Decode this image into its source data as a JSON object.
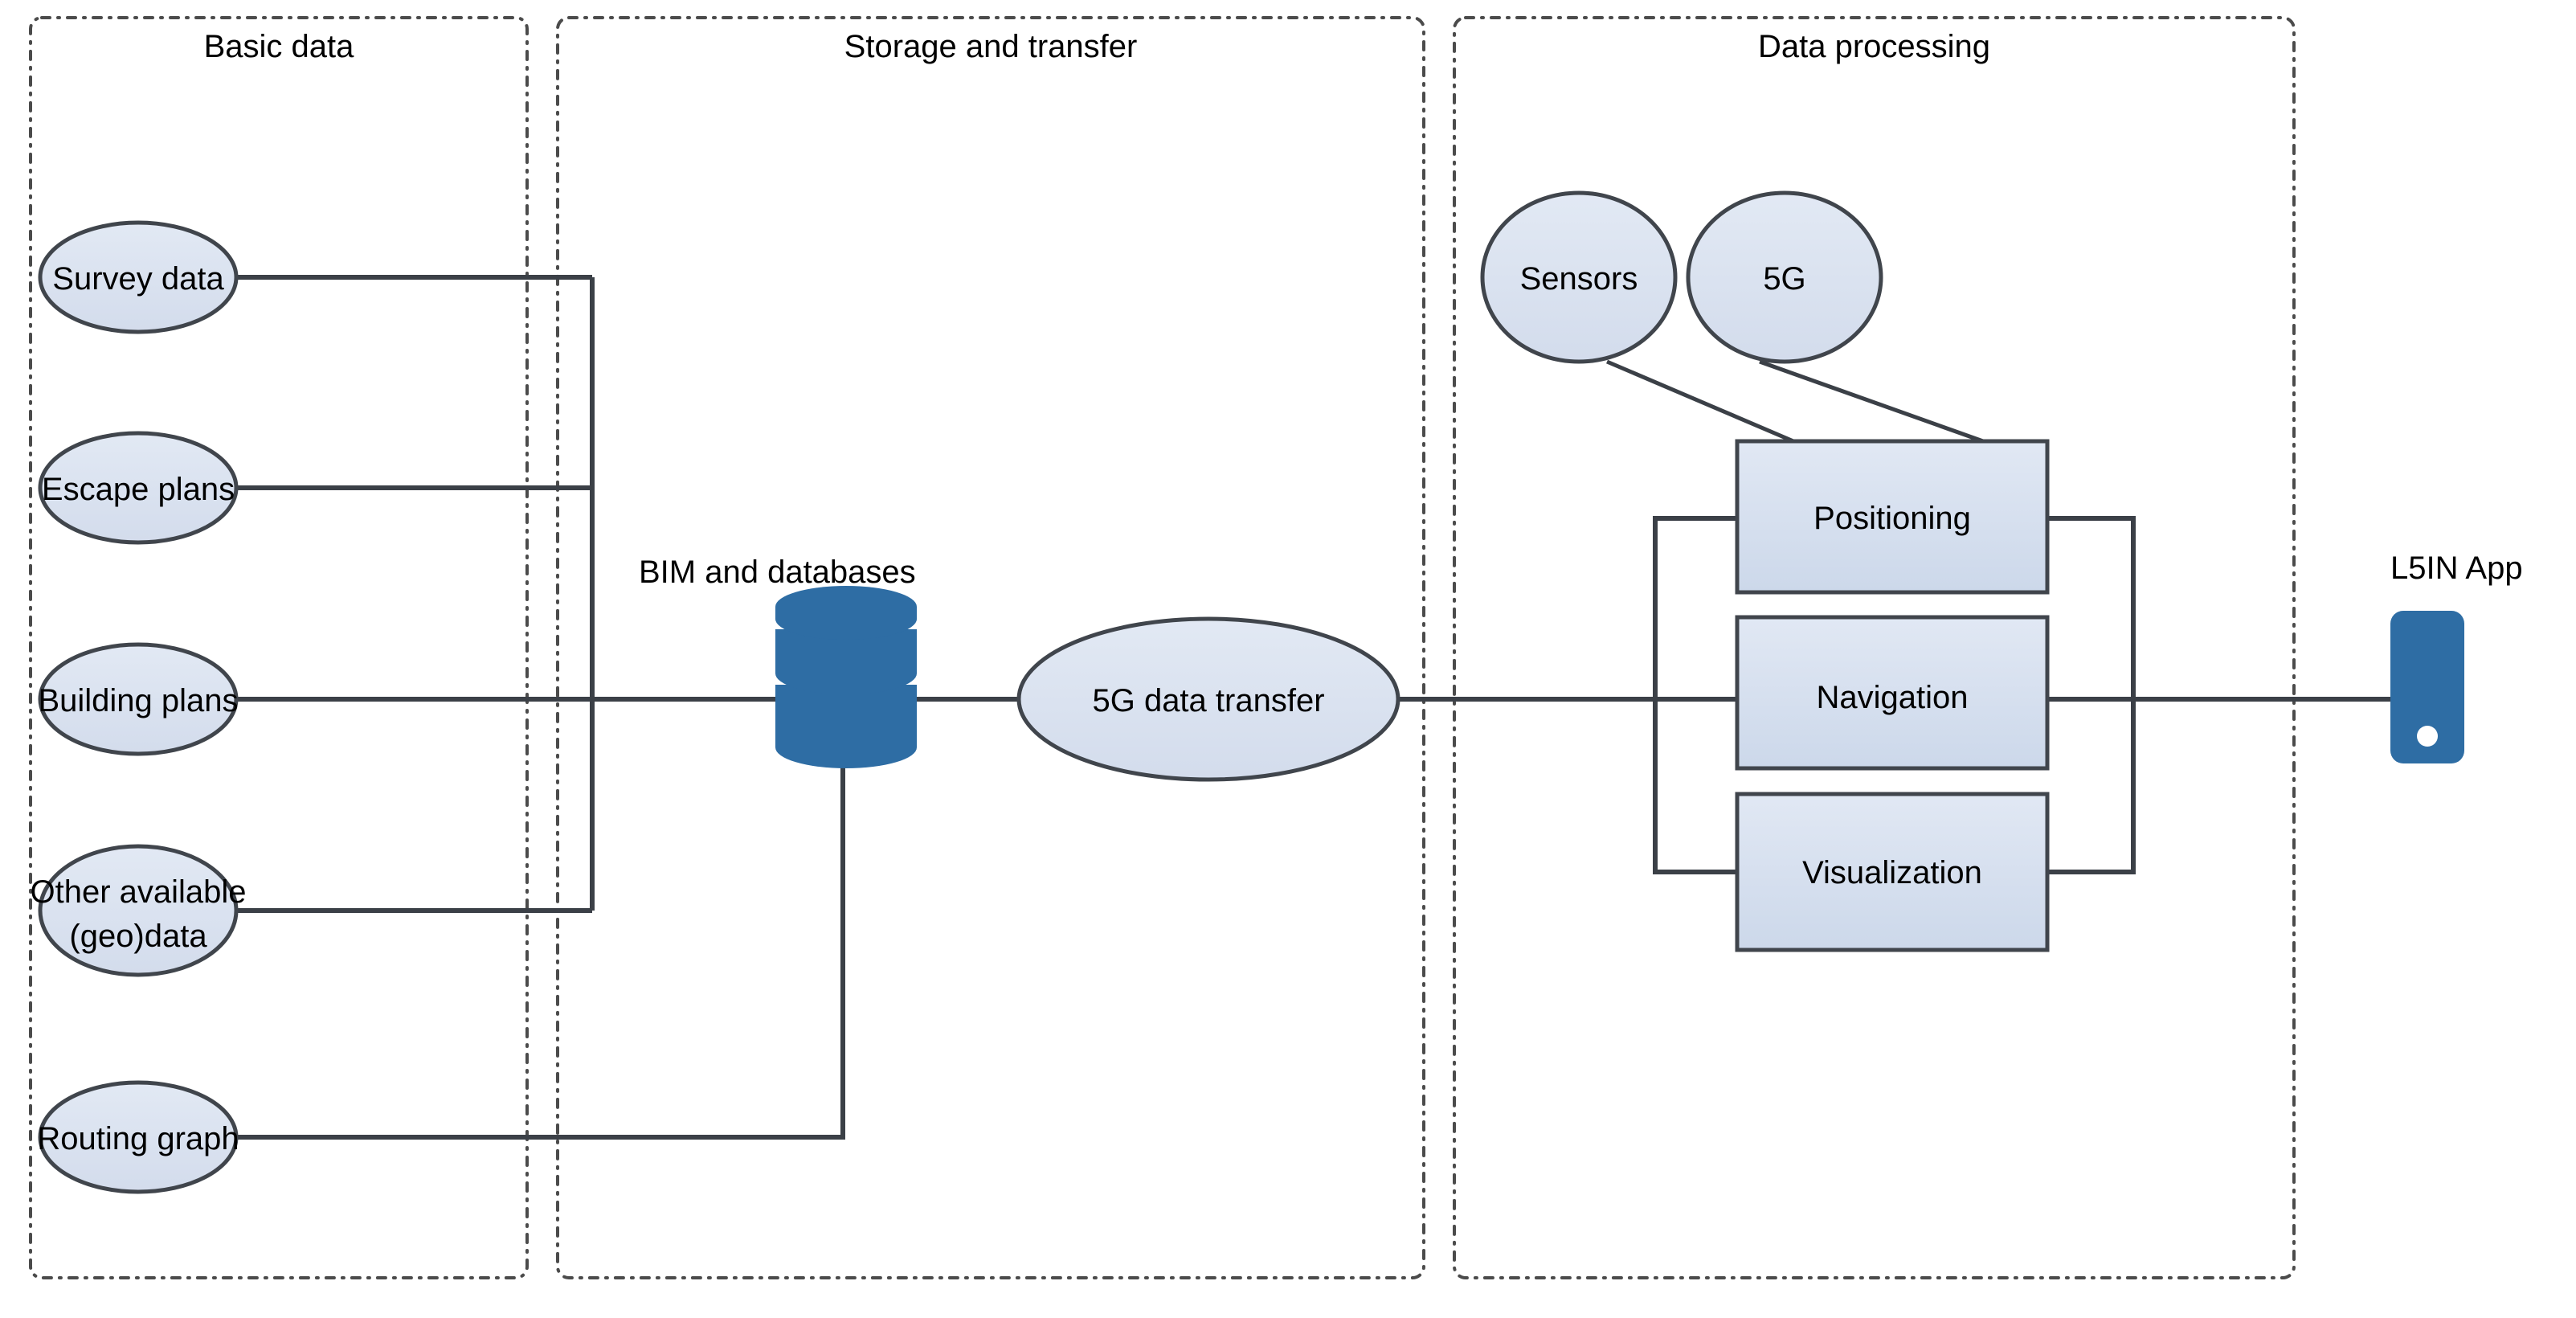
{
  "diagram": {
    "title_free_labels": {
      "bim_databases": "BIM and databases",
      "l5in_app": "L5IN App"
    },
    "groups": [
      {
        "id": "basic-data",
        "label": "Basic data"
      },
      {
        "id": "storage-and-transfer",
        "label": "Storage and transfer"
      },
      {
        "id": "data-processing",
        "label": "Data processing"
      }
    ],
    "basic_data_nodes": [
      {
        "id": "survey-data",
        "label": "Survey data",
        "shape": "ellipse"
      },
      {
        "id": "escape-plans",
        "label": "Escape plans",
        "shape": "ellipse"
      },
      {
        "id": "building-plans",
        "label": "Building plans",
        "shape": "ellipse"
      },
      {
        "id": "other-available-geodata",
        "label_line1": "Other available",
        "label_line2": "(geo)data",
        "shape": "ellipse"
      },
      {
        "id": "routing-graph",
        "label": "Routing graph",
        "shape": "ellipse"
      }
    ],
    "storage_nodes": [
      {
        "id": "database",
        "label": "BIM and databases",
        "shape": "cylinder"
      },
      {
        "id": "5g-data-transfer",
        "label": "5G data transfer",
        "shape": "ellipse"
      }
    ],
    "processing_nodes": [
      {
        "id": "sensors",
        "label": "Sensors",
        "shape": "ellipse"
      },
      {
        "id": "5g",
        "label": "5G",
        "shape": "ellipse"
      },
      {
        "id": "positioning",
        "label": "Positioning",
        "shape": "rectangle"
      },
      {
        "id": "navigation",
        "label": "Navigation",
        "shape": "rectangle"
      },
      {
        "id": "visualization",
        "label": "Visualization",
        "shape": "rectangle"
      }
    ],
    "output_node": {
      "id": "l5in-app",
      "label": "L5IN App",
      "shape": "smartphone"
    },
    "colors": {
      "node_fill": "#dae3f0",
      "node_stroke": "#40454c",
      "database_fill": "#2e6da4",
      "phone_fill": "#2e6da4",
      "connector": "#3b4047",
      "group_border": "#4b4b4b",
      "background": "#ffffff",
      "text": "#000000"
    }
  }
}
